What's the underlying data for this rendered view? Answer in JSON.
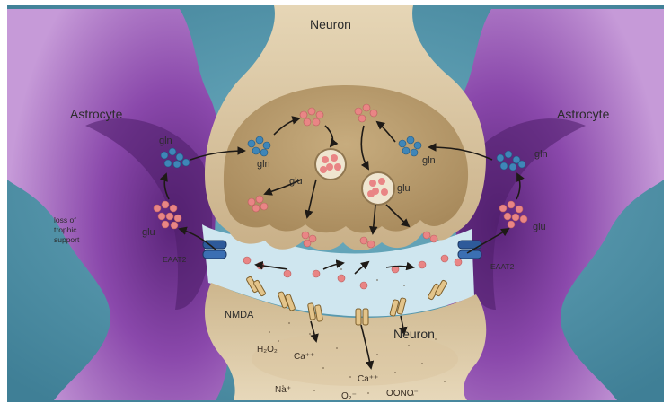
{
  "labels": {
    "neuron_top": "Neuron",
    "neuron_bottom": "Neuron",
    "astrocyte_left": "Astrocyte",
    "astrocyte_right": "Astrocyte",
    "trophic_1": "loss of",
    "trophic_2": "trophic",
    "trophic_3": "support",
    "gln_left_astro": "gln",
    "gln_left_neuron": "gln",
    "gln_right_neuron": "gln",
    "gln_right_astro": "gln",
    "glu_left_astro": "glu",
    "glu_right_astro": "glu",
    "glu_vesicle_left": "glu",
    "glu_vesicle_right": "glu",
    "eaat2_left": "EAAT2",
    "eaat2_right": "EAAT2",
    "nmda": "NMDA"
  },
  "ions": {
    "h2o2": "H₂O₂",
    "ca_1": "Ca⁺⁺",
    "ca_2": "Ca⁺⁺",
    "na": "Na⁺",
    "o2": "O₂⁻",
    "oono": "OONO⁻"
  },
  "colors": {
    "background": "#4f8fa3",
    "astrocyte": "#9a5ab8",
    "astrocyte_dark": "#5e2a7c",
    "neuron": "#d7c29c",
    "neuron_shadow": "#b59c6f",
    "cleft": "#cfe6ef",
    "glutamate": "#e98585",
    "glutamine": "#3f86b8",
    "receptor": "#e3c48a",
    "transporter": "#2e5a9a"
  }
}
